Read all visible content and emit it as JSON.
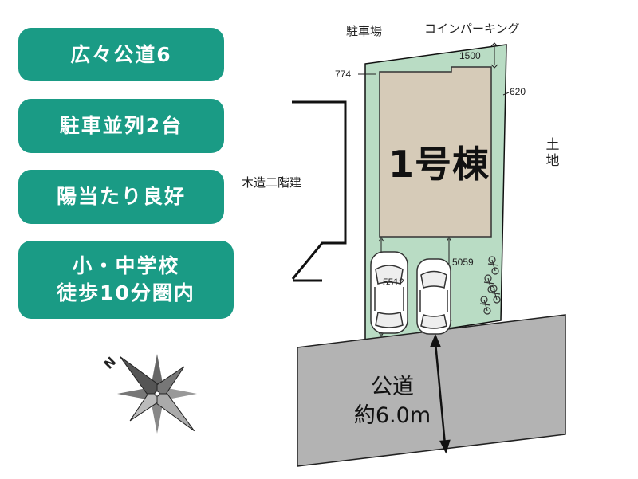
{
  "colors": {
    "badge": "#1a9b85",
    "lot_green": "#b9dcc4",
    "building": "#d6cbb8",
    "road": "#b3b3b3"
  },
  "badges": [
    {
      "lines": [
        "広々公道6"
      ]
    },
    {
      "lines": [
        "駐車並列2台"
      ]
    },
    {
      "lines": [
        "陽当たり良好"
      ]
    },
    {
      "lines": [
        "小・中学校",
        "徒歩10分圏内"
      ]
    }
  ],
  "neighbors": {
    "wood_building": "木造二階建",
    "parking": "駐車場",
    "coin_parking": "コインパーキング",
    "land": "土地"
  },
  "lot": {
    "title": "1号棟"
  },
  "dimensions": {
    "d1500": "1500",
    "d774": "774",
    "d620": "620",
    "d5059": "5059",
    "d5512": "5512"
  },
  "road": {
    "name": "公道",
    "width": "約6.0m"
  },
  "compass": {
    "north_letter": "N",
    "icon": "compass-rose-icon"
  }
}
